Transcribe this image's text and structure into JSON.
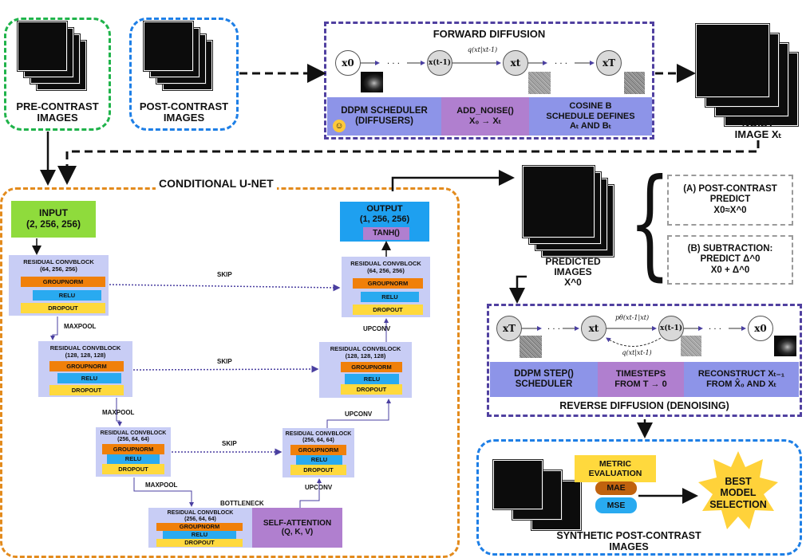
{
  "inputs": {
    "pre_contrast": "PRE-CONTRAST\nIMAGES",
    "post_contrast": "POST-CONTRAST\nIMAGES"
  },
  "forward": {
    "title": "FORWARD DIFFUSION",
    "nodes": [
      "x0",
      "x(t-1)",
      "xt",
      "xT"
    ],
    "transition": "q(xt|xt-1)",
    "cells": {
      "scheduler": "DDPM SCHEDULER\n(DIFFUSERS)",
      "add_noise_title": "ADD_NOISE()",
      "add_noise_sub": "X₀ → Xₜ",
      "cosine_title": "COSINE B\nSCHEDULE DEFINES",
      "cosine_sub": "Aₜ AND Bₜ"
    },
    "noisy_label": "NOISY\nIMAGE Xₜ"
  },
  "unet": {
    "title": "CONDITIONAL U-NET",
    "input_title": "INPUT",
    "input_shape": "(2, 256, 256)",
    "output_title": "OUTPUT",
    "output_shape": "(1, 256, 256)",
    "tanh": "TANH()",
    "block_name": "RESIDUAL CONVBLOCK",
    "shape_256": "(64, 256, 256)",
    "shape_128": "(128, 128, 128)",
    "shape_64": "(256, 64, 64)",
    "groupnorm": "GROUPNORM",
    "relu": "RELU",
    "dropout": "DROPOUT",
    "skip": "SKIP",
    "maxpool": "MAXPOOL",
    "upconv": "UPCONV",
    "bottleneck": "BOTTLENECK",
    "attention": "SELF-ATTENTION\n(Q, K, V)"
  },
  "predicted": {
    "label": "PREDICTED\nIMAGES\nX^0",
    "option_a": "(A) POST-CONTRAST\nPREDICT\nX0≈X^0",
    "option_b": "(B) SUBTRACTION:\nPREDICT Δ^0\nX0 + Δ^0"
  },
  "reverse": {
    "title": "REVERSE DIFFUSION (DENOISING)",
    "nodes": [
      "xT",
      "xt",
      "x(t-1)",
      "x0"
    ],
    "p_label": "pθ(xt-1|xt)",
    "q_label": "q(xt|xt-1)",
    "cells": {
      "step": "DDPM STEP()\nSCHEDULER",
      "timesteps": "TIMESTEPS\nFROM T → 0",
      "reconstruct": "RECONSTRUCT Xₜ₋₁\nFROM X̂₀ AND Xₜ"
    }
  },
  "eval": {
    "metric": "METRIC\nEVALUATION",
    "mae": "MAE",
    "mse": "MSE",
    "best": "BEST\nMODEL\nSELECTION",
    "synthetic": "SYNTHETIC POST-CONTRAST\nIMAGES"
  },
  "colors": {
    "green": "#1fb34a",
    "blue": "#1e7fe6",
    "purple": "#5040a0",
    "orange": "#e38b1d",
    "lavender": "#8d94e8",
    "violet": "#b07fcf",
    "groupnorm": "#f0800a",
    "relu": "#29aaf0",
    "dropout": "#ffd93d",
    "input": "#8fdb3c",
    "output": "#1ea0f0",
    "star": "#ffd23a"
  }
}
